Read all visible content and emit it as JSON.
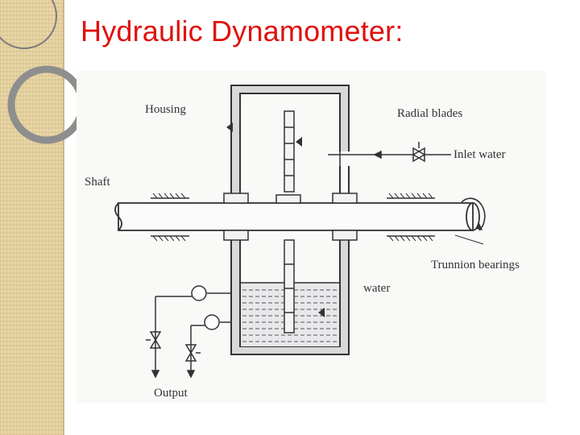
{
  "slide": {
    "title": "Hydraulic Dynamometer:"
  },
  "diagram": {
    "labels": {
      "housing": "Housing",
      "radial_blades": "Radial blades",
      "inlet_water": "Inlet water",
      "shaft": "Shaft",
      "trunnion_bearings": "Trunnion bearings",
      "water": "water",
      "output": "Output"
    }
  },
  "colors": {
    "title": "#e0100e",
    "sidebar": "#e8d6a6",
    "ink": "#333333"
  }
}
